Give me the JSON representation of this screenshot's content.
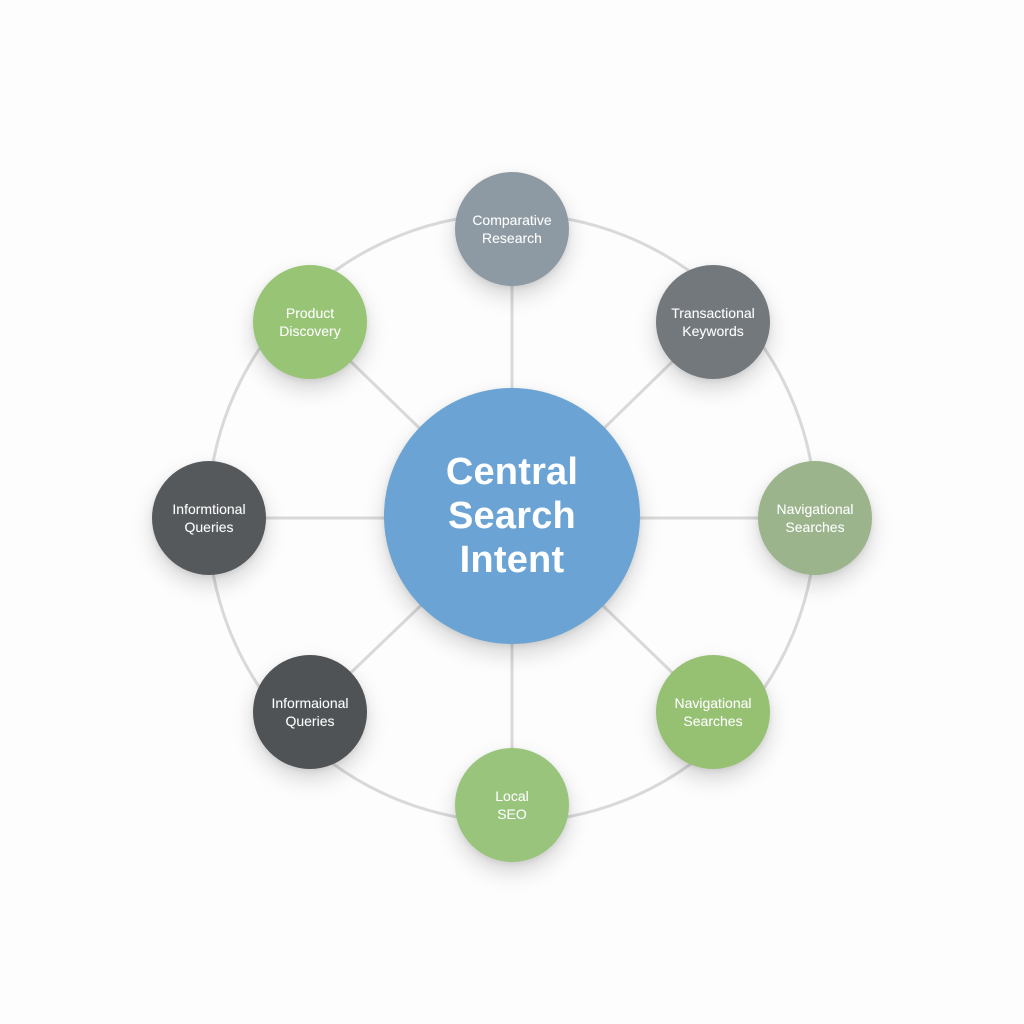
{
  "hub": {
    "label": "Central\nSearch\nIntent",
    "color": "#6aa3d4"
  },
  "nodes": [
    {
      "id": "comparative-research",
      "label": "Comparative\nResearch",
      "color": "#8e9aa3"
    },
    {
      "id": "transactional-keywords",
      "label": "Transactional\nKeywords",
      "color": "#73787c"
    },
    {
      "id": "navigational-searches-sage",
      "label": "Navigational\nSearches",
      "color": "#9bb48c"
    },
    {
      "id": "navigational-searches-green",
      "label": "Navigational\nSearches",
      "color": "#96c173"
    },
    {
      "id": "local-seo",
      "label": "Local\nSEO",
      "color": "#98c47c"
    },
    {
      "id": "informaional-queries",
      "label": "Informaional\nQueries",
      "color": "#4f5356"
    },
    {
      "id": "informtional-queries",
      "label": "Informtional\nQueries",
      "color": "#55595c"
    },
    {
      "id": "product-discovery",
      "label": "Product\nDiscovery",
      "color": "#98c476"
    }
  ],
  "connector_color": "#d9d9d9"
}
